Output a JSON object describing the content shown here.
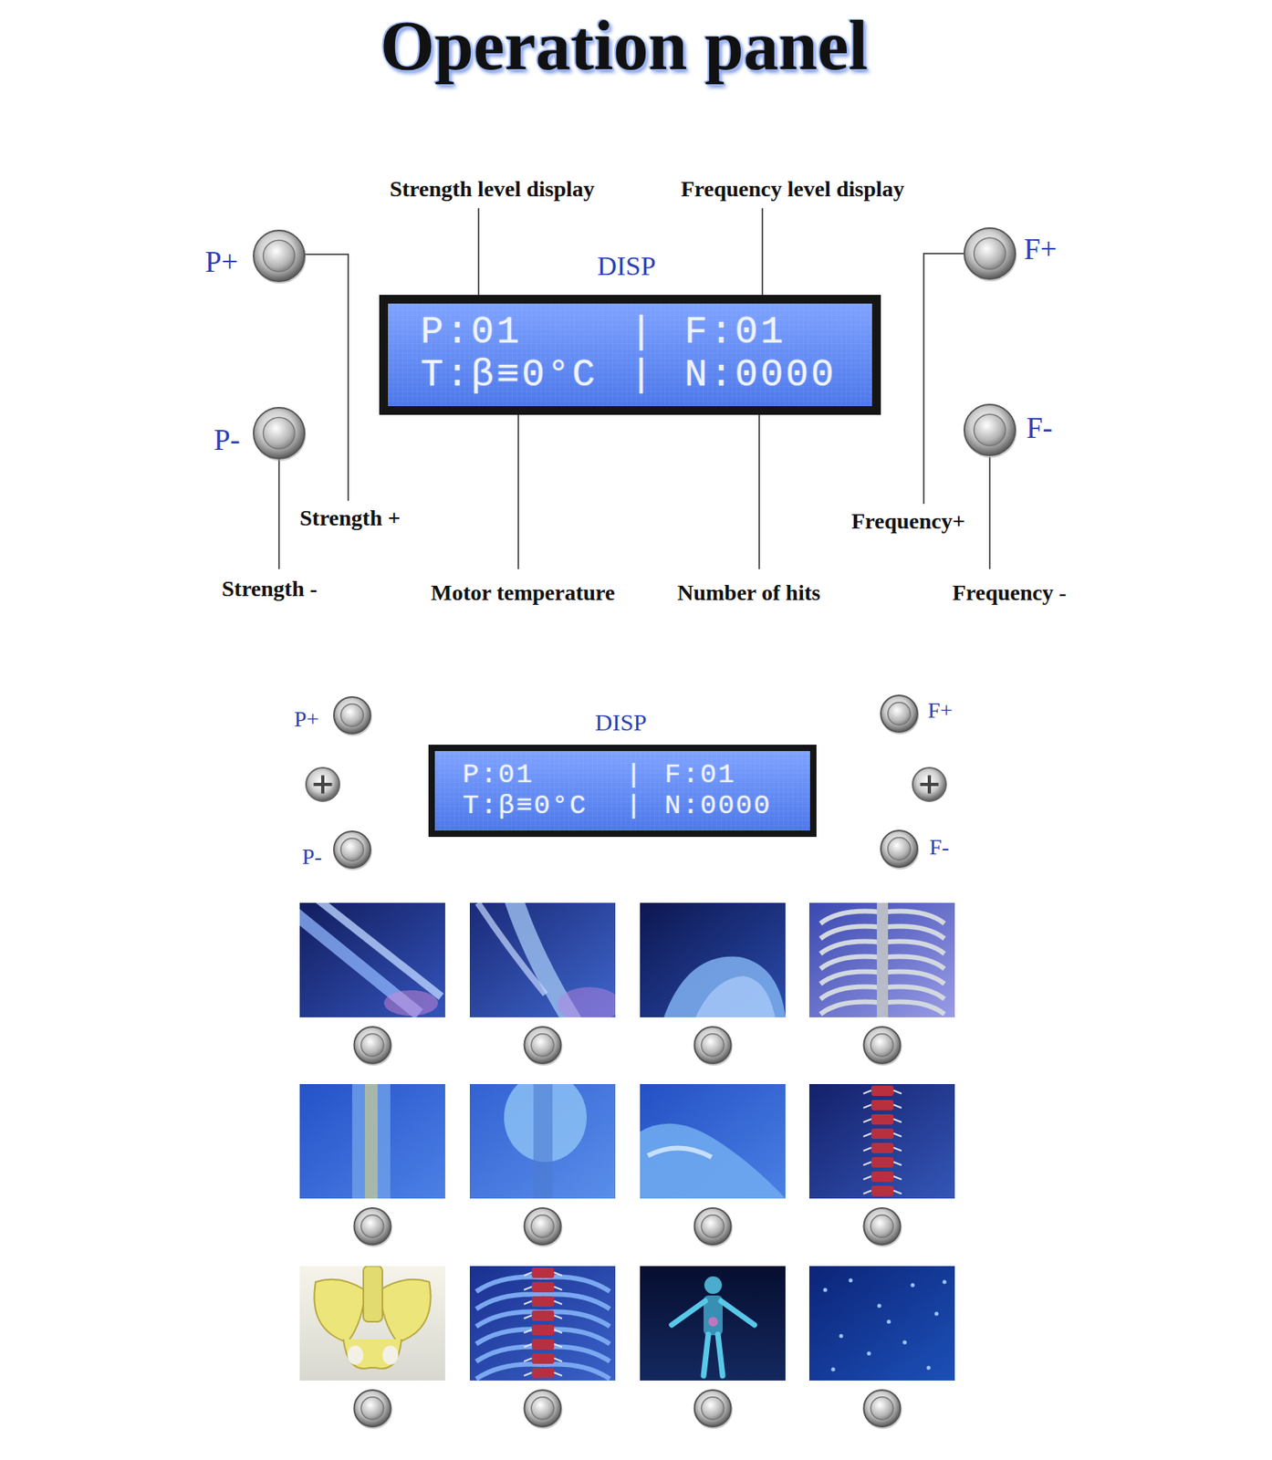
{
  "diagram": {
    "title": "Operation panel",
    "nodes": [
      {
        "text": [
          "P:01",
          "|",
          "F:01",
          "T:β≡0°C",
          "|",
          "N:0000"
        ]
      },
      {
        "text": [
          "P:01",
          "|",
          "F:01",
          "T:β≡0°C",
          "|",
          "N:0000"
        ]
      }
    ],
    "labels": [
      "Strength level display",
      "Frequency level display",
      "DISP",
      "P+",
      "F+",
      "P-",
      "F-",
      "Strength +",
      "Frequency+",
      "Strength -",
      "Motor temperature",
      "Number of hits",
      "Frequency -",
      "P+",
      "DISP",
      "F+",
      "P-",
      "F-"
    ]
  }
}
